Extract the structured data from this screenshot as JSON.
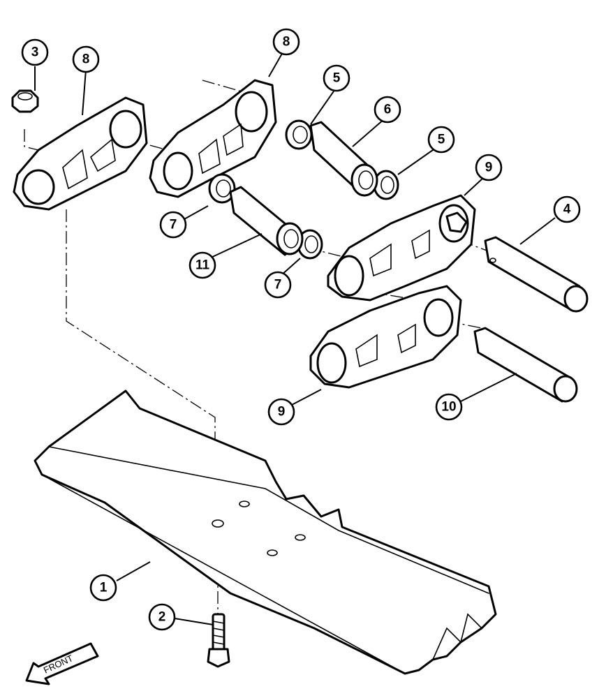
{
  "diagram": {
    "callouts": [
      {
        "id": "c1",
        "label": "1"
      },
      {
        "id": "c2",
        "label": "2"
      },
      {
        "id": "c3",
        "label": "3"
      },
      {
        "id": "c4",
        "label": "4"
      },
      {
        "id": "c5a",
        "label": "5"
      },
      {
        "id": "c5b",
        "label": "5"
      },
      {
        "id": "c6",
        "label": "6"
      },
      {
        "id": "c7a",
        "label": "7"
      },
      {
        "id": "c7b",
        "label": "7"
      },
      {
        "id": "c8a",
        "label": "8"
      },
      {
        "id": "c8b",
        "label": "8"
      },
      {
        "id": "c9a",
        "label": "9"
      },
      {
        "id": "c9b",
        "label": "9"
      },
      {
        "id": "c10",
        "label": "10"
      },
      {
        "id": "c11",
        "label": "11"
      }
    ],
    "direction_label": "FRONT"
  }
}
